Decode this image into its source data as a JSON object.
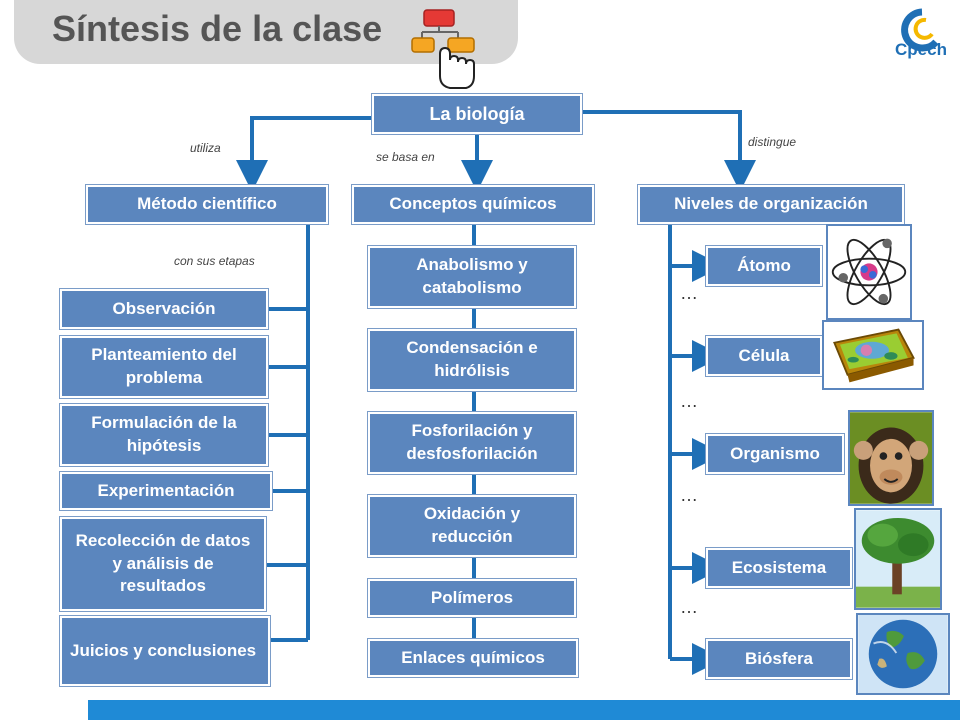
{
  "title": "Síntesis de la clase",
  "logo_text": "Cpech",
  "root": "La biología",
  "edge_labels": {
    "left": "utiliza",
    "center": "se basa en",
    "right": "distingue",
    "steps": "con sus etapas"
  },
  "branches": {
    "metodo": "Método científico",
    "conceptos": "Conceptos químicos",
    "niveles": "Niveles de organización"
  },
  "metodo_steps": [
    "Observación",
    "Planteamiento del problema",
    "Formulación de la hipótesis",
    "Experimentación",
    "Recolección de datos y análisis de resultados",
    "Juicios y conclusiones"
  ],
  "conceptos_items": [
    "Anabolismo y catabolismo",
    "Condensación e hidrólisis",
    "Fosforilación y desfosforilación",
    "Oxidación y reducción",
    "Polímeros",
    "Enlaces químicos"
  ],
  "niveles_items": [
    "Átomo",
    "Célula",
    "Organismo",
    "Ecosistema",
    "Biósfera"
  ],
  "ellipsis": "…",
  "colors": {
    "box": "#5b86be",
    "line": "#1f6fb5",
    "bar": "#1f8ad6",
    "title_tab": "#d7d7d7"
  },
  "icons": [
    "pointer-hand-icon",
    "atom-image",
    "cell-image",
    "chimpanzee-image",
    "tree-image",
    "earth-image"
  ]
}
